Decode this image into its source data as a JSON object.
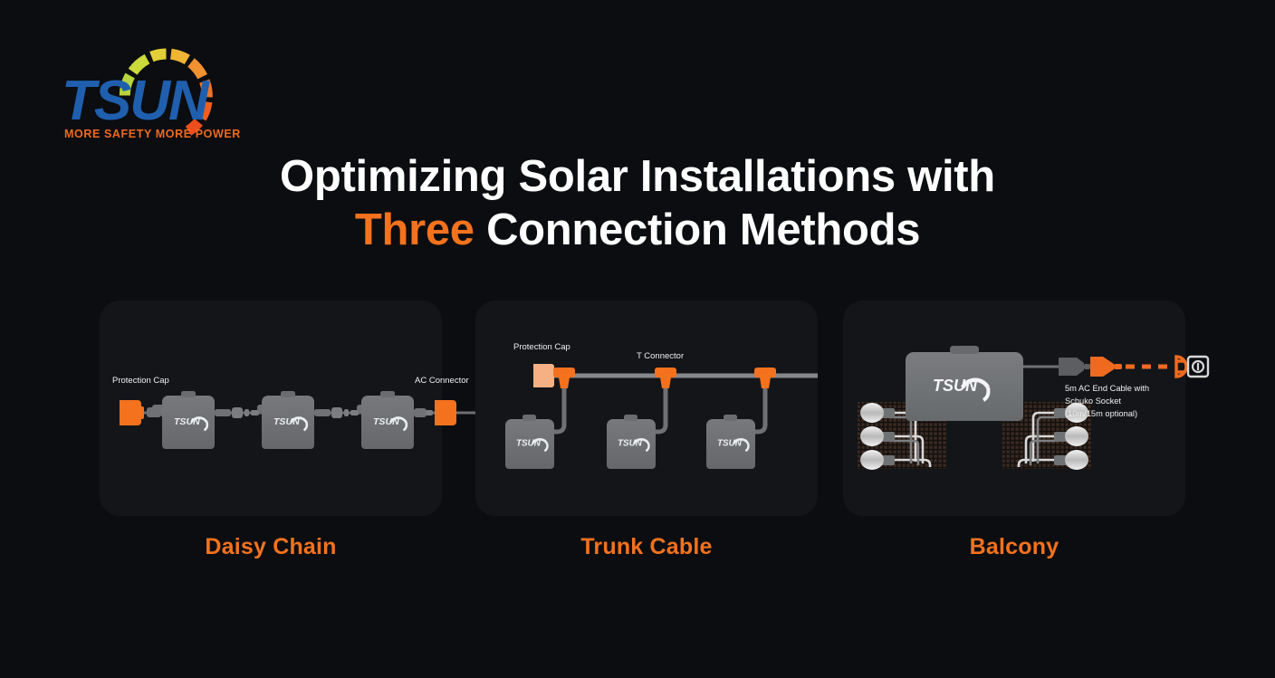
{
  "brand": {
    "name": "TSUN",
    "tagline": "MORE SAFETY MORE POWER",
    "logo_icon": "tsun-sun-arc-logo",
    "colors": {
      "wordmark": "#1f5fae",
      "tagline": "#ef6a1f",
      "arc_green": "#a6ce39",
      "arc_yellow": "#f1b434",
      "arc_orange": "#ef6a1f",
      "accent": "#f4721e",
      "background": "#0b0d11",
      "panel_background": "#131519",
      "device_gray": "#6f7173",
      "cable_gray": "#8e9094"
    }
  },
  "title": {
    "line1": "Optimizing Solar Installations with",
    "line2_highlight": "Three",
    "line2_rest": " Connection Methods"
  },
  "panels": [
    {
      "id": "daisy-chain",
      "caption": "Daisy Chain",
      "labels": {
        "protection_cap": "Protection Cap",
        "ac_connector": "AC Connector"
      },
      "device_count": 3,
      "device_logo": "tsun-microinverter"
    },
    {
      "id": "trunk-cable",
      "caption": "Trunk Cable",
      "labels": {
        "protection_cap": "Protection Cap",
        "t_connector": "T Connector"
      },
      "device_count": 3,
      "t_connector_count": 3,
      "device_logo": "tsun-microinverter"
    },
    {
      "id": "balcony",
      "caption": "Balcony",
      "labels": {
        "cable_note_line1": "5m AC End Cable with",
        "cable_note_line2": "Schuko Socket",
        "cable_note_line3": "(10m/15m optional)"
      },
      "device_count": 1,
      "solar_module_count": 2,
      "connector_pairs": 6,
      "device_logo": "tsun-microinverter",
      "plug_icon": "schuko-plug",
      "socket_icon": "wall-socket"
    }
  ]
}
